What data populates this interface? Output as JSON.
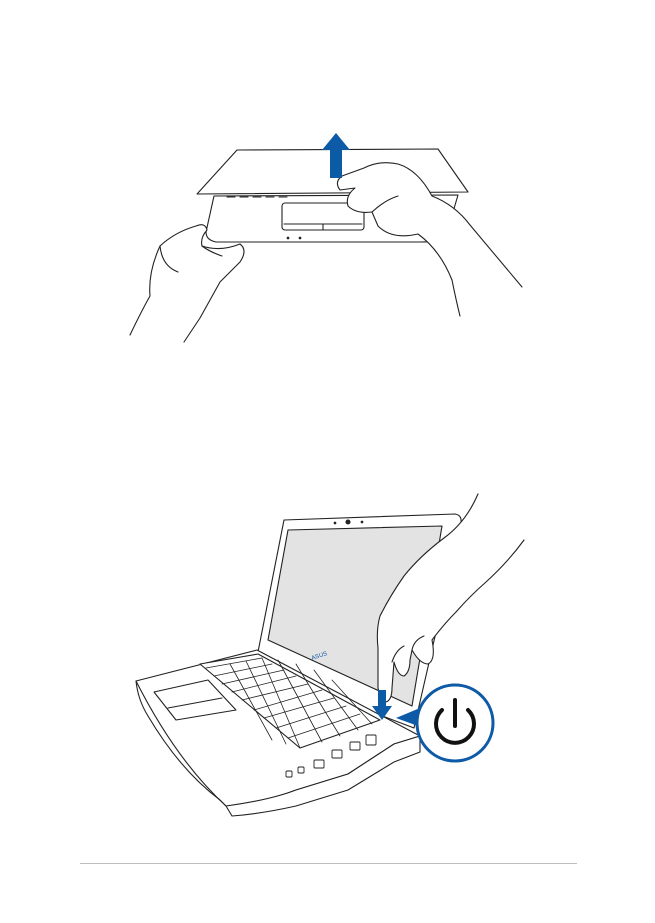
{
  "page": {
    "illustrations": [
      {
        "id": "lift-lid",
        "icon": "up-arrow-icon"
      },
      {
        "id": "press-power",
        "icon": "power-icon"
      }
    ],
    "brand_logo_text": "ASUS"
  },
  "colors": {
    "accent": "#0d5aa7",
    "line": "#222222",
    "fill": "#ffffff",
    "rule": "#bdbdbd"
  }
}
